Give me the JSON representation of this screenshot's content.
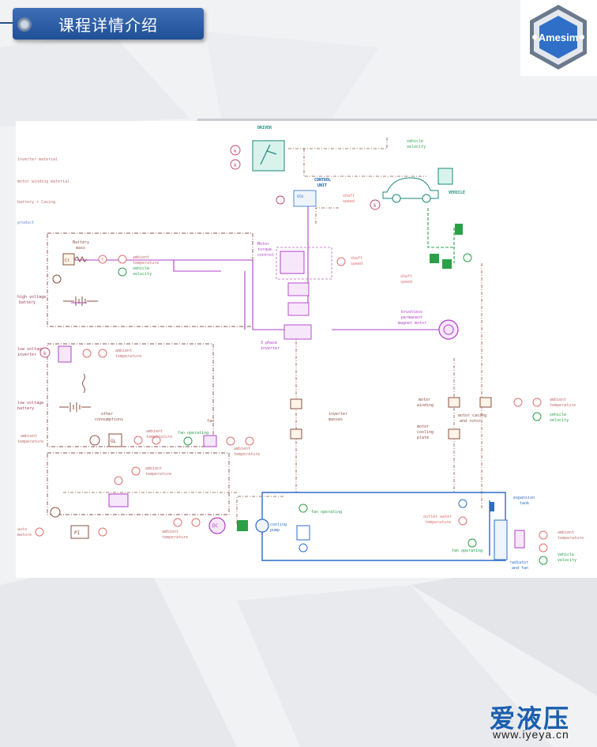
{
  "header": {
    "title": "课程详情介绍"
  },
  "logo": {
    "text": "Amesim"
  },
  "footer": {
    "brand": "爱液压",
    "url": "www.iyeya.cn"
  },
  "colors": {
    "purple": "#b040c8",
    "brown": "#8a5040",
    "green": "#2aa048",
    "blue": "#2f6cc8",
    "teal": "#1a8a7a",
    "orange": "#e07070",
    "darkred": "#a04040"
  },
  "diagram": {
    "left_labels": {
      "inverter_material": "inverter material",
      "motor_winding_material": "motor winding material",
      "battery_casing": "battery + Casing",
      "product": "product",
      "high_voltage_battery": [
        "high voltage",
        "battery"
      ],
      "low_voltage_inverter": [
        "low voltage",
        "inverter"
      ],
      "low_voltage_battery": [
        "low voltage",
        "battery"
      ],
      "ambient_temperature_left": [
        "ambient",
        "temperature"
      ],
      "ambient_temperature_bottom": [
        "ambient",
        "temperature"
      ],
      "auto_mature": [
        "auto",
        "mature"
      ]
    },
    "labels": {
      "driver": "DRIVER",
      "control_unit": [
        "CONTROL",
        "UNIT"
      ],
      "vehicle": "VEHICLE",
      "vehicle_velocity_top": [
        "vehicle",
        "velocity"
      ],
      "shaft_speed_top": [
        "shaft",
        "speed"
      ],
      "battery_mass": [
        "Battery",
        "mass"
      ],
      "ambient_temperature_1": [
        "ambient",
        "temperature"
      ],
      "vehicle_velocity_1": [
        "vehicle",
        "velocity"
      ],
      "motor_torque_control": [
        "Motor",
        "torque",
        "control"
      ],
      "shaft_speed_mid": [
        "shaft",
        "speed"
      ],
      "shaft_speed_right": [
        "shaft",
        "speed"
      ],
      "three_phase_inverter": [
        "3 phase",
        "inverter"
      ],
      "brushless_motor": [
        "brushless",
        "permanent",
        "magnet motor"
      ],
      "ambient_temperature_2": [
        "ambient",
        "temperature"
      ],
      "other_consumptions": [
        "other",
        "consumptions"
      ],
      "ambient_temperature_3": [
        "ambient",
        "temperature"
      ],
      "fan": "fan",
      "fan_operating_1": "fan operating",
      "ambient_temperature_4": [
        "ambient",
        "temperature"
      ],
      "inverter_masses": [
        "inverter",
        "masses"
      ],
      "motor_winding": [
        "motor",
        "winding"
      ],
      "motor_casing": [
        "motor casing",
        "and rotor"
      ],
      "motor_cooling_plate": [
        "motor",
        "cooling",
        "plate"
      ],
      "ambient_temperature_5": [
        "ambient",
        "temperature"
      ],
      "vehicle_velocity_2": [
        "vehicle",
        "velocity"
      ],
      "ambient_temperature_6": [
        "ambient",
        "temperature"
      ],
      "ambient_temperature_7": [
        "ambient",
        "temperature"
      ],
      "fan_operating_2": "fan operating",
      "cooling_pump": [
        "cooling",
        "pump"
      ],
      "outlet_water_temperature": [
        "outlet water",
        "temperature"
      ],
      "expansion_tank": [
        "expansion",
        "tank"
      ],
      "fan_operating_3": "fan operating",
      "radiator_and_fan": [
        "radiator",
        "and fan"
      ],
      "ambient_temperature_8": [
        "ambient",
        "temperature"
      ],
      "vehicle_velocity_3": [
        "vehicle",
        "velocity"
      ]
    },
    "component_marks": {
      "ct": "Ct",
      "gl": "GL",
      "dc": "DC",
      "vcu": "VCU",
      "t": "T",
      "pi": "PI"
    }
  }
}
